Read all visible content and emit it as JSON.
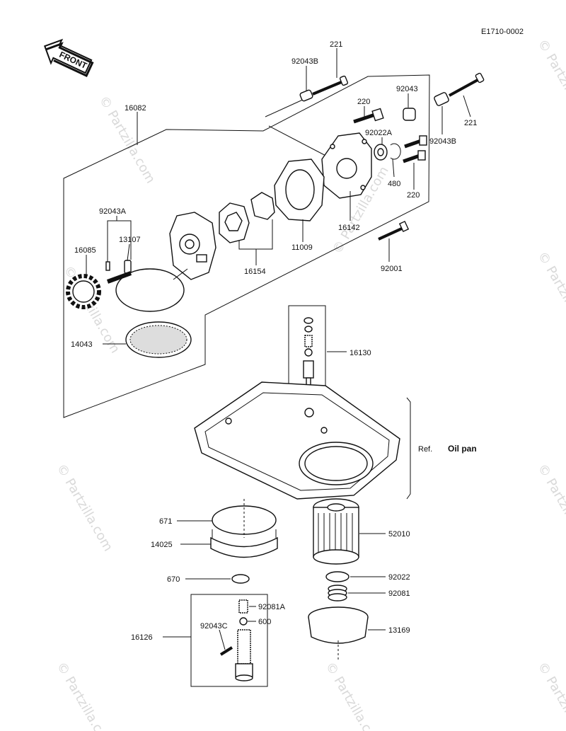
{
  "diagram_code": "E1710-0002",
  "front_label": "FRONT",
  "ref_label": "Ref.",
  "ref_target": "Oil pan",
  "watermark": "© Partzilla.com",
  "parts": {
    "p221a": "221",
    "p92043b_a": "92043B",
    "p16082": "16082",
    "p220a": "220",
    "p92043": "92043",
    "p221b": "221",
    "p92022a": "92022A",
    "p92043b_b": "92043B",
    "p480": "480",
    "p220b": "220",
    "p16142": "16142",
    "p92043a": "92043A",
    "p13107": "13107",
    "p16085": "16085",
    "p16154": "16154",
    "p11009": "11009",
    "p92001": "92001",
    "p14043": "14043",
    "p16130": "16130",
    "p671": "671",
    "p14025": "14025",
    "p52010": "52010",
    "p670": "670",
    "p92022": "92022",
    "p92081": "92081",
    "p16126": "16126",
    "p92081a": "92081A",
    "p92043c": "92043C",
    "p600": "600",
    "p13169": "13169"
  }
}
